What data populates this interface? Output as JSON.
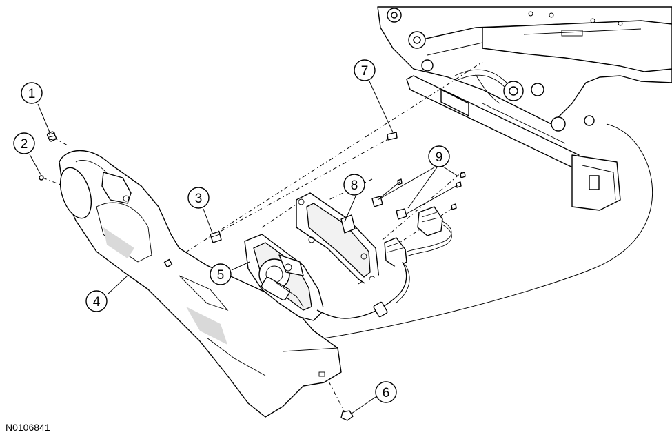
{
  "figure_id": "N0106841",
  "callouts": [
    {
      "label": "1"
    },
    {
      "label": "2"
    },
    {
      "label": "3"
    },
    {
      "label": "4"
    },
    {
      "label": "5"
    },
    {
      "label": "6"
    },
    {
      "label": "7"
    },
    {
      "label": "8"
    },
    {
      "label": "9"
    }
  ]
}
